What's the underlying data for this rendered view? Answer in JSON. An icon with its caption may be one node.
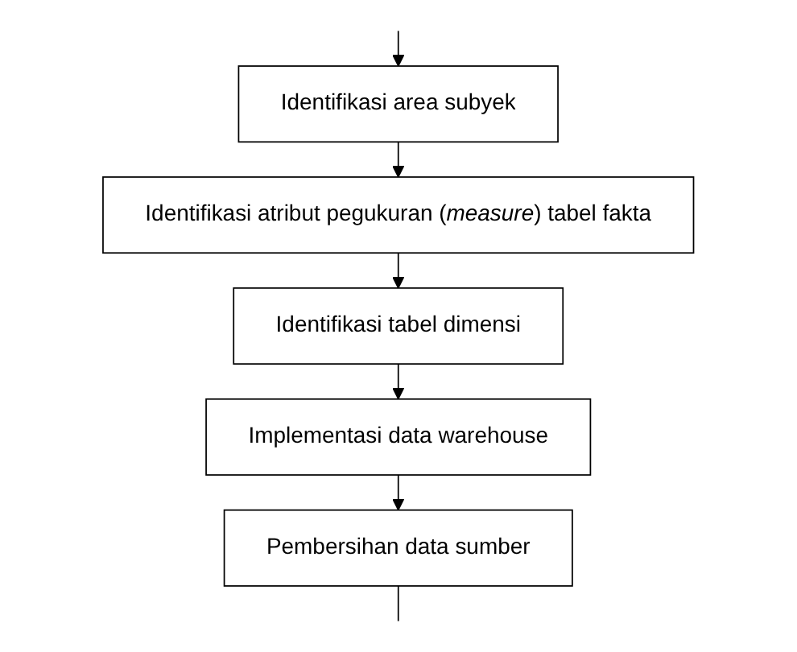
{
  "diagram": {
    "nodes": [
      {
        "text": [
          "Identifikasi area subyek"
        ]
      },
      {
        "text": [
          "Identifikasi atribut pegukuran (*measure*) tabel fakta"
        ]
      },
      {
        "text": [
          "Identifikasi tabel dimensi"
        ]
      },
      {
        "text": [
          "Implementasi data warehouse"
        ]
      },
      {
        "text": [
          "Pembersihan data sumber"
        ]
      }
    ],
    "edges": [
      {
        "from": null,
        "to": 0,
        "arrow": "to"
      },
      {
        "from": 0,
        "to": 1,
        "arrow": "to"
      },
      {
        "from": 1,
        "to": 2,
        "arrow": "to"
      },
      {
        "from": 2,
        "to": 3,
        "arrow": "to"
      },
      {
        "from": 3,
        "to": 4,
        "arrow": "to"
      },
      {
        "from": 4,
        "to": null,
        "arrow": "none"
      }
    ]
  }
}
